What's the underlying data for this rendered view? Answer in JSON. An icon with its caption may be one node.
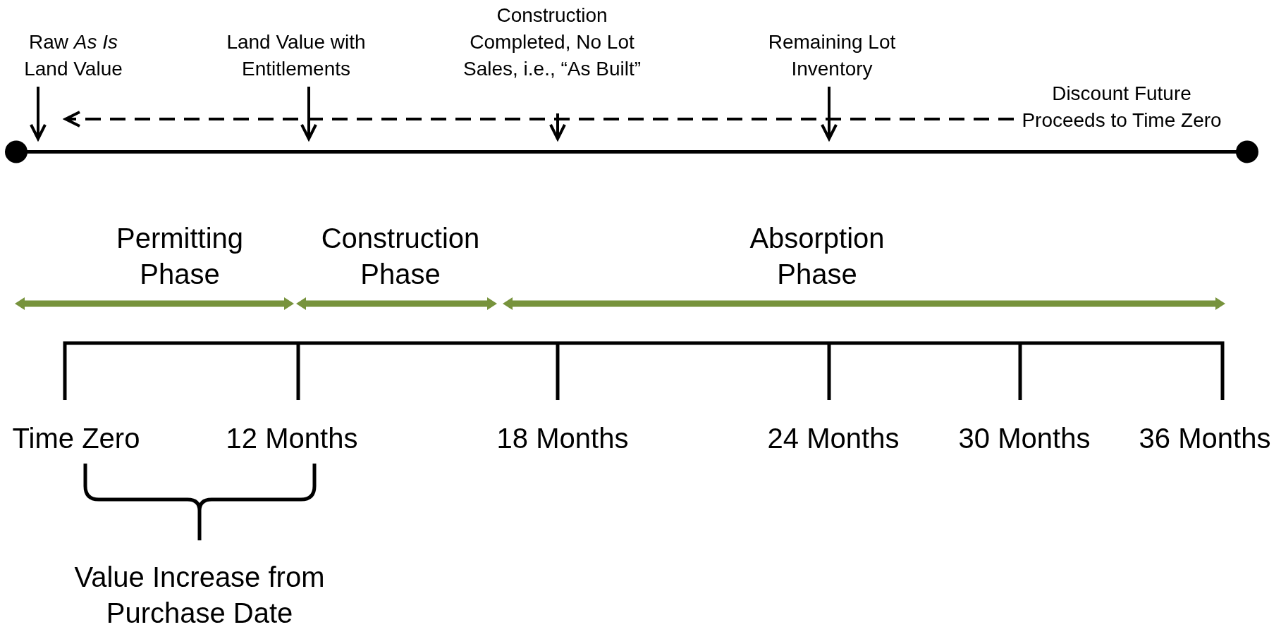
{
  "diagram": {
    "nodes": [
      {
        "text": [
          "Raw *As Is* Land Value"
        ]
      },
      {
        "text": [
          "Land Value with Entitlements"
        ]
      },
      {
        "text": [
          "Construction Completed, No Lot Sales, i.e., “As Built”"
        ]
      },
      {
        "text": [
          "Remaining Lot Inventory"
        ]
      },
      {
        "text": [
          "Discount Future Proceeds to Time Zero"
        ]
      },
      {
        "text": [],
        "shape": "line"
      },
      {
        "text": [
          "Permitting Phase"
        ]
      },
      {
        "text": [
          "Construction Phase"
        ]
      },
      {
        "text": [
          "Absorption Phase"
        ]
      }
    ],
    "edges": [
      {
        "from": 0,
        "to": 5,
        "arrow": "to"
      },
      {
        "from": 1,
        "to": 5,
        "arrow": "to"
      },
      {
        "from": 2,
        "to": 5,
        "arrow": "to"
      },
      {
        "from": 3,
        "to": 5,
        "arrow": "to"
      },
      {
        "from": 4,
        "to": 5,
        "arrow": "to",
        "style": "dashed"
      }
    ],
    "labels": [
      "Time Zero",
      "12 Months",
      "18 Months",
      "24 Months",
      "30 Months",
      "36 Months",
      "Value Increase from Purchase Date"
    ]
  }
}
